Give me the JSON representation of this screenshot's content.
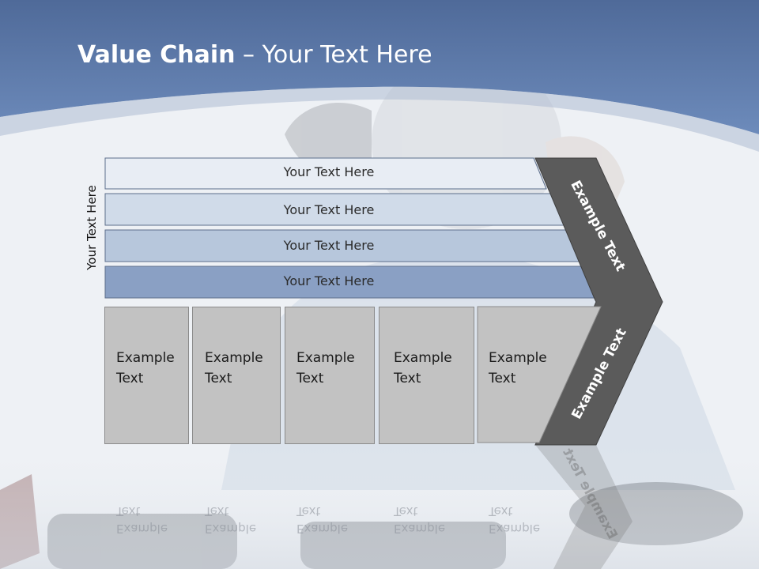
{
  "slide": {
    "title_bold": "Value Chain",
    "title_rest": " – Your Text Here",
    "side_label": "Your Text Here"
  },
  "bars": [
    {
      "label": "Your Text Here",
      "color": "#e8edf4"
    },
    {
      "label": "Your Text Here",
      "color": "#d0dbe9"
    },
    {
      "label": "Your Text Here",
      "color": "#b7c7dc"
    },
    {
      "label": "Your Text Here",
      "color": "#8aa0c4"
    }
  ],
  "boxes": [
    {
      "label": "Example\nText"
    },
    {
      "label": "Example\nText"
    },
    {
      "label": "Example\nText"
    },
    {
      "label": "Example\nText"
    },
    {
      "label": "Example\nText"
    }
  ],
  "chevron": {
    "upper_label": "Example Text",
    "lower_label": "Example Text",
    "color": "#5b5b5b"
  },
  "colors": {
    "header_blue": "#5d7aa9",
    "box_gray": "#c2c2c2"
  }
}
